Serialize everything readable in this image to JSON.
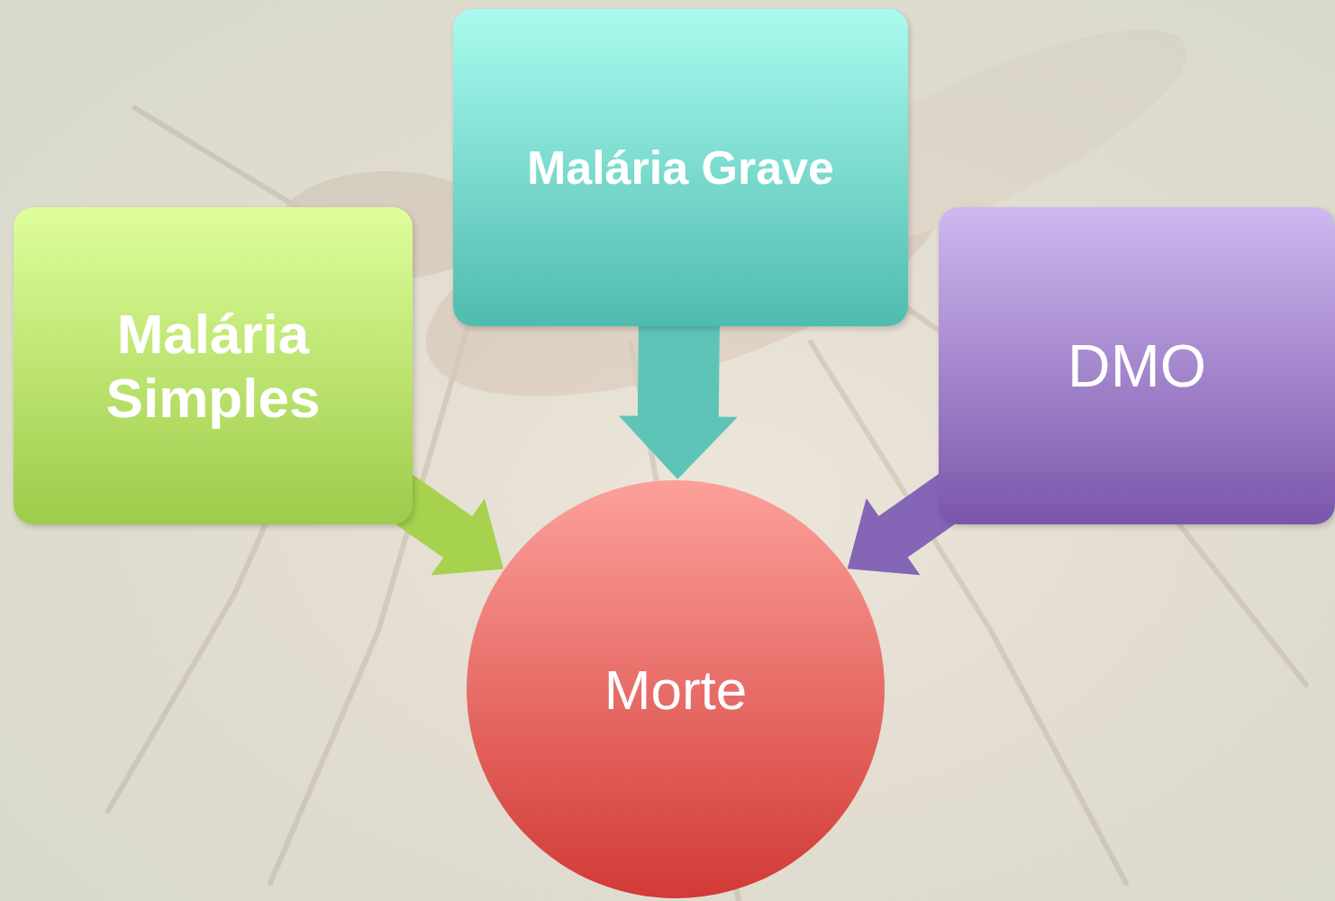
{
  "diagram": {
    "nodes": [
      {
        "text": [
          "Malária Simples"
        ]
      },
      {
        "text": [
          "Malária Grave"
        ]
      },
      {
        "text": [
          "DMO"
        ]
      },
      {
        "text": [
          "Morte"
        ]
      }
    ],
    "edges": [
      {
        "from": 0,
        "to": 3,
        "arrow": "to"
      },
      {
        "from": 1,
        "to": 3,
        "arrow": "to"
      },
      {
        "from": 2,
        "to": 3,
        "arrow": "to"
      }
    ]
  }
}
